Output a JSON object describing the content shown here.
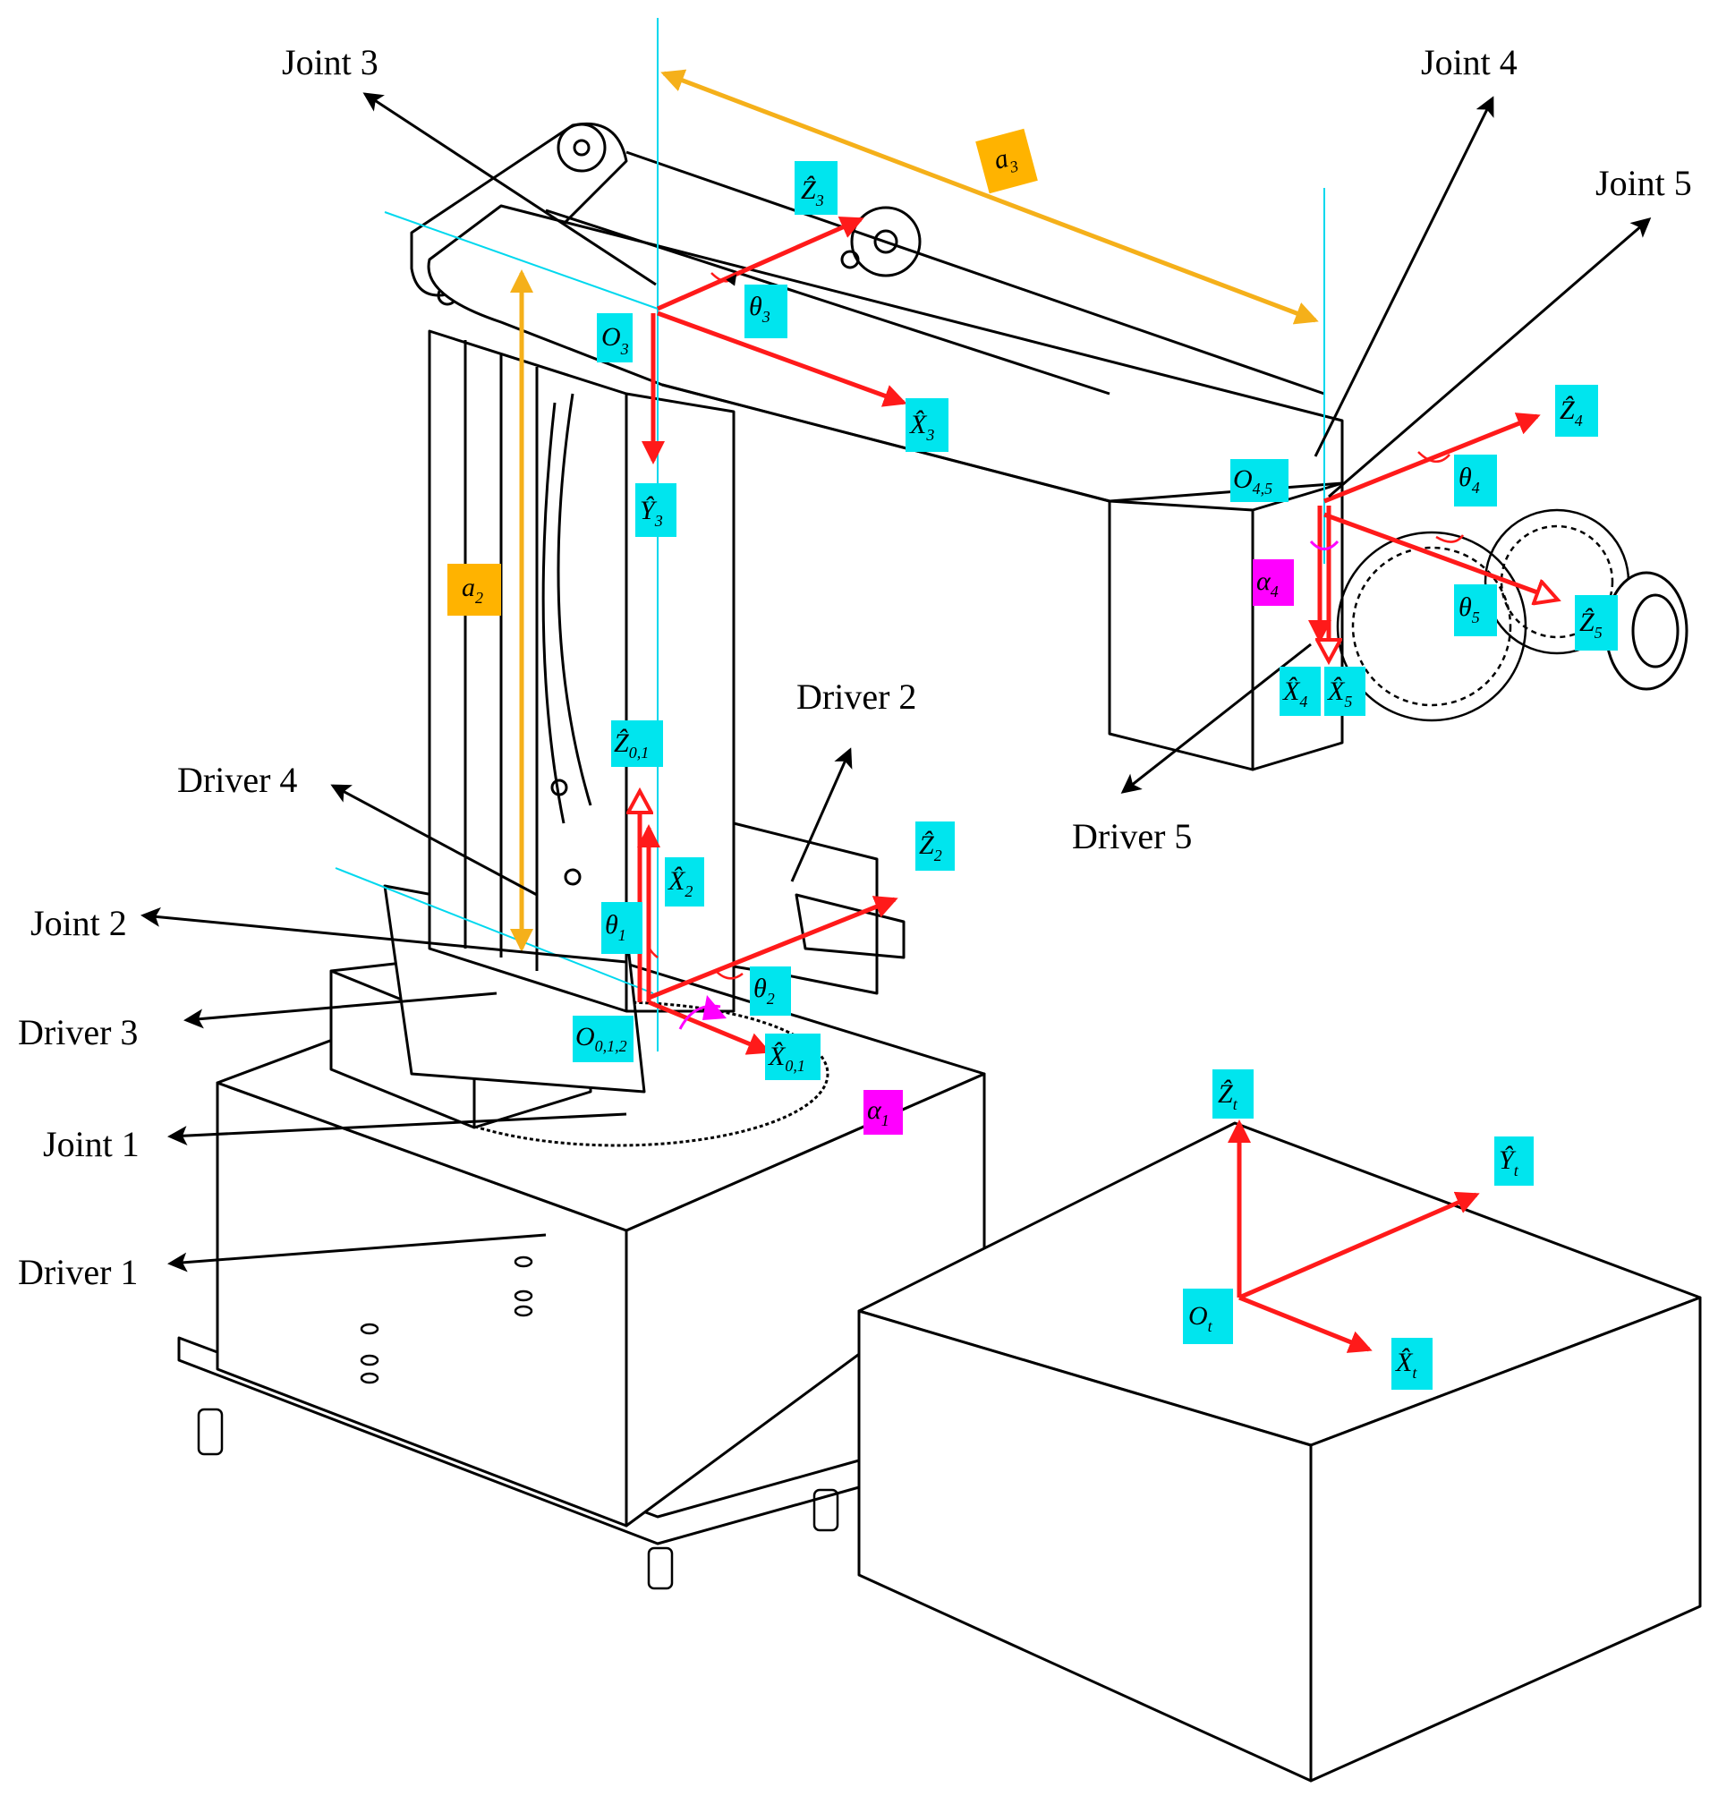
{
  "colors": {
    "axis": "#ff1a1a",
    "label_bg": "#00e5ee",
    "length_bg": "#ffb300",
    "alpha_bg": "#ff00ff",
    "dimension": "#f5b01a",
    "guide": "#00d8ee",
    "outline": "#000000"
  },
  "callouts": {
    "joint_1": "Joint 1",
    "joint_2": "Joint 2",
    "joint_3": "Joint 3",
    "joint_4": "Joint 4",
    "joint_5": "Joint 5",
    "driver_1": "Driver 1",
    "driver_2": "Driver 2",
    "driver_3": "Driver 3",
    "driver_4": "Driver 4",
    "driver_5": "Driver 5"
  },
  "symbols": {
    "o3": {
      "main": "O",
      "sub": "3"
    },
    "o45": {
      "main": "O",
      "sub": "4,5"
    },
    "o012": {
      "main": "O",
      "sub": "0,1,2"
    },
    "ot": {
      "main": "O",
      "sub": "t"
    },
    "z3": {
      "main": "Ẑ",
      "sub": "3"
    },
    "x3": {
      "main": "X̂",
      "sub": "3"
    },
    "y3": {
      "main": "Ŷ",
      "sub": "3"
    },
    "z4": {
      "main": "Ẑ",
      "sub": "4"
    },
    "x4": {
      "main": "X̂",
      "sub": "4"
    },
    "x5": {
      "main": "X̂",
      "sub": "5"
    },
    "z5": {
      "main": "Ẑ",
      "sub": "5"
    },
    "z01": {
      "main": "Ẑ",
      "sub": "0,1"
    },
    "x2": {
      "main": "X̂",
      "sub": "2"
    },
    "z2": {
      "main": "Ẑ",
      "sub": "2"
    },
    "x01": {
      "main": "X̂",
      "sub": "0,1"
    },
    "zt": {
      "main": "Ẑ",
      "sub": "t"
    },
    "yt": {
      "main": "Ŷ",
      "sub": "t"
    },
    "xt": {
      "main": "X̂",
      "sub": "t"
    },
    "theta1": {
      "main": "θ",
      "sub": "1"
    },
    "theta2": {
      "main": "θ",
      "sub": "2"
    },
    "theta3": {
      "main": "θ",
      "sub": "3"
    },
    "theta4": {
      "main": "θ",
      "sub": "4"
    },
    "theta5": {
      "main": "θ",
      "sub": "5"
    },
    "a2": {
      "main": "a",
      "sub": "2"
    },
    "a3": {
      "main": "a",
      "sub": "3"
    },
    "alpha1": {
      "main": "α",
      "sub": "1"
    },
    "alpha4": {
      "main": "α",
      "sub": "4"
    }
  }
}
